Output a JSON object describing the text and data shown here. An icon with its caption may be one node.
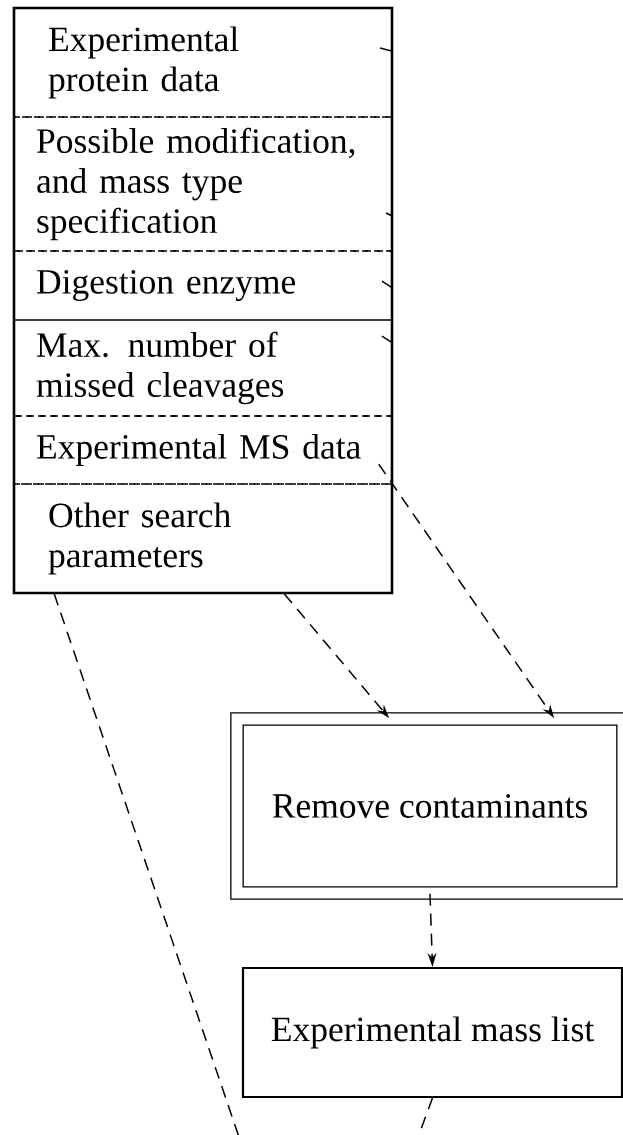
{
  "diagram": {
    "nodes": [
      {
        "text": [],
        "shape": "box"
      },
      {
        "text": [
          "Experimental protein data"
        ],
        "in": 0
      },
      {
        "text": [
          "Possible modification, and mass type specification"
        ],
        "in": 0
      },
      {
        "text": [
          "Digestion enzyme"
        ],
        "in": 0
      },
      {
        "text": [
          "Max. number of missed cleavages"
        ],
        "in": 0
      },
      {
        "text": [
          "Experimental MS data"
        ],
        "in": 0
      },
      {
        "text": [
          "Other search parameters"
        ],
        "in": 0
      },
      {
        "text": [
          "Remove contaminants"
        ]
      },
      {
        "text": [
          "Experimental mass list"
        ]
      }
    ],
    "edges": [
      {
        "from": null,
        "to": 1,
        "arrow": "none",
        "style": "dashed"
      },
      {
        "from": null,
        "to": 2,
        "arrow": "none",
        "style": "dashed"
      },
      {
        "from": null,
        "to": 3,
        "arrow": "none",
        "style": "dashed"
      },
      {
        "from": null,
        "to": 4,
        "arrow": "none",
        "style": "dashed"
      },
      {
        "from": 5,
        "to": 7,
        "arrow": "to",
        "style": "dashed"
      },
      {
        "from": 6,
        "to": 7,
        "arrow": "to",
        "style": "dashed"
      },
      {
        "from": 6,
        "to": null,
        "arrow": "none",
        "style": "dashed"
      },
      {
        "from": 7,
        "to": 8,
        "arrow": "to",
        "style": "dashed"
      },
      {
        "from": 8,
        "to": null,
        "arrow": "none",
        "style": "dashed"
      }
    ]
  }
}
